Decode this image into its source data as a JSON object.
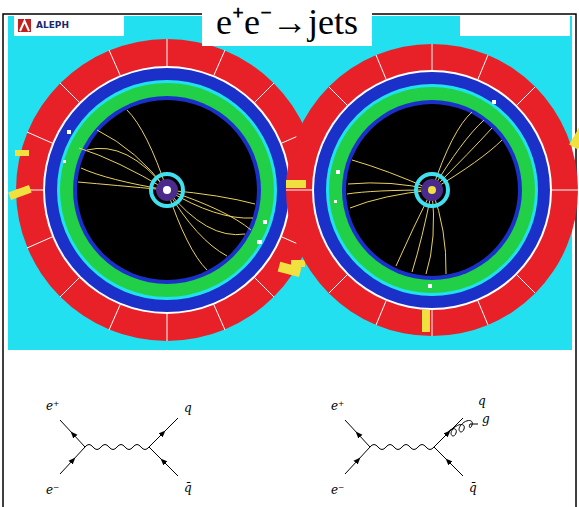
{
  "diagram": {
    "title": "e⁺e⁻→jets",
    "labels": [
      "ALEPH",
      "e⁺",
      "e⁻",
      "q",
      "q̄",
      "e⁺",
      "e⁻",
      "q",
      "g",
      "q̄"
    ]
  }
}
